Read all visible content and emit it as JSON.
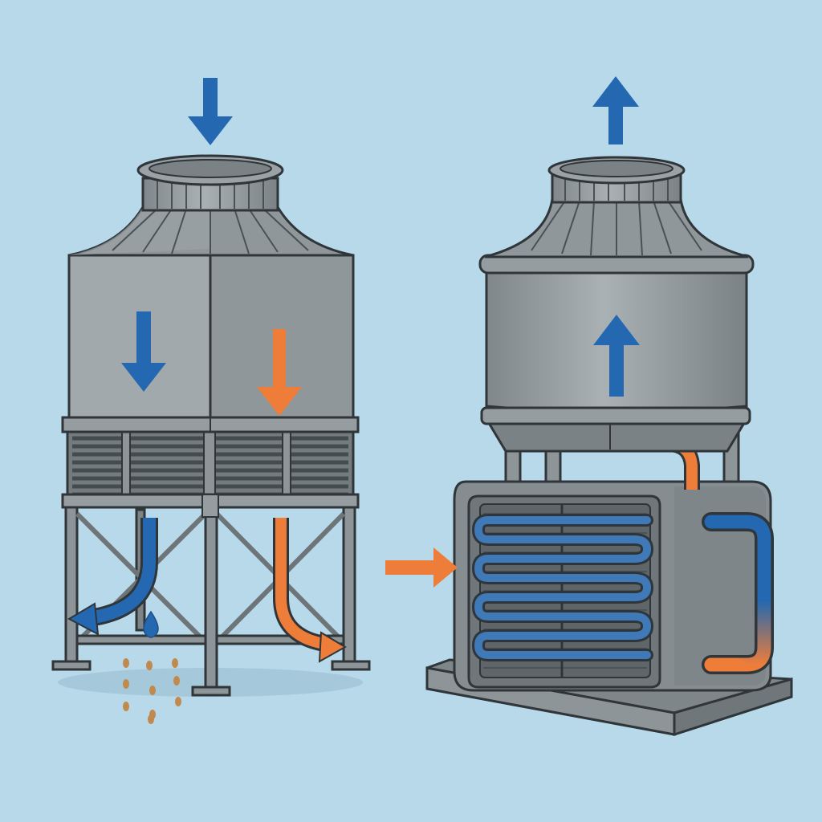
{
  "scene": {
    "background_color": "#b7d9ea",
    "colors": {
      "cold_flow": "#2368b0",
      "hot_flow": "#ee7d3a",
      "metal_light": "#9ba3a7",
      "metal_mid": "#858d91",
      "metal_dark": "#5d6569",
      "outline": "#2f3538",
      "sediment": "#c08a4e"
    },
    "left_unit": {
      "kind": "open-circuit-cooling-tower",
      "flows": [
        {
          "id": "air-inlet-top",
          "type": "cold_flow",
          "direction": "down"
        },
        {
          "id": "water-in-body",
          "type": "cold_flow",
          "direction": "down"
        },
        {
          "id": "hot-water-in-body",
          "type": "hot_flow",
          "direction": "down"
        },
        {
          "id": "cold-water-out",
          "type": "cold_flow",
          "direction": "left"
        },
        {
          "id": "hot-water-out",
          "type": "hot_flow",
          "direction": "right"
        }
      ],
      "drip": "water-drop-icon",
      "residue": "sediment-dots"
    },
    "right_unit": {
      "kind": "closed-circuit-cooling-tower",
      "flows": [
        {
          "id": "air-exhaust-top",
          "type": "cold_flow",
          "direction": "up"
        },
        {
          "id": "air-up-body",
          "type": "cold_flow",
          "direction": "up"
        },
        {
          "id": "air-inlet-side",
          "type": "hot_flow",
          "direction": "right"
        }
      ],
      "coil": "serpentine-heat-exchanger-coil"
    }
  }
}
